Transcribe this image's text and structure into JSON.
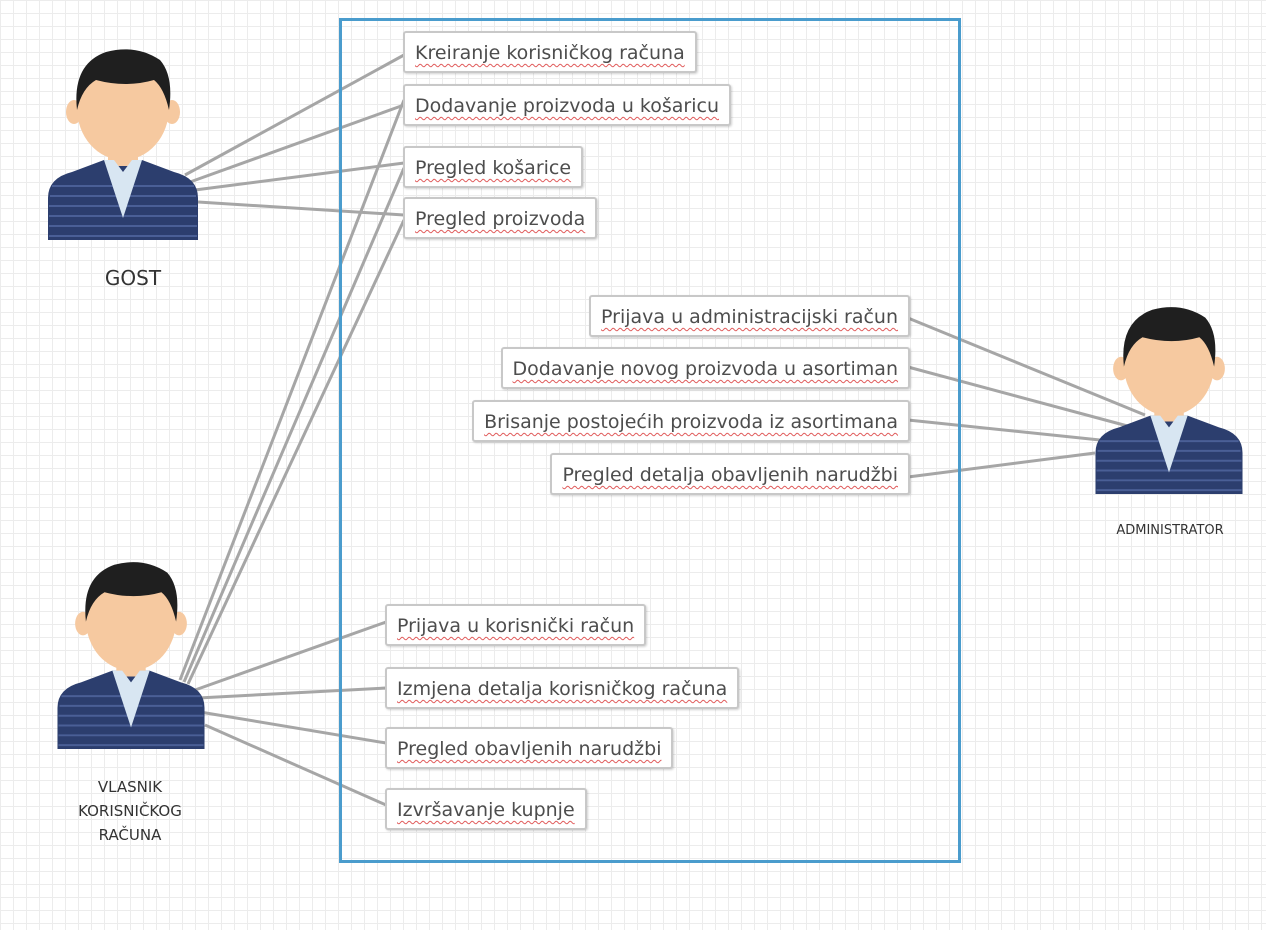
{
  "actors": {
    "gost": "GOST",
    "vlasnik": "VLASNIK\nKORISNIČKOG\nRAČUNA",
    "administrator": "ADMINISTRATOR"
  },
  "use_cases": {
    "kreiranje_racuna": "Kreiranje korisničkog računa",
    "dodavanje_u_kosaricu": "Dodavanje proizvoda u košaricu",
    "pregled_kosarice": "Pregled košarice",
    "pregled_proizvoda": "Pregled proizvoda",
    "prijava_admin": "Prijava u administracijski račun",
    "dodavanje_novog": "Dodavanje novog proizvoda u asortiman",
    "brisanje": "Brisanje postojećih proizvoda iz asortimana",
    "pregled_detalja_narudzbi": "Pregled detalja obavljenih narudžbi",
    "prijava_korisnik": "Prijava u korisnički račun",
    "izmjena_detalja": "Izmjena detalja korisničkog računa",
    "pregled_narudzbi": "Pregled obavljenih narudžbi",
    "izvrsavanje_kupnje": "Izvršavanje kupnje"
  },
  "colors": {
    "system_border": "#4a9ccd",
    "connector": "#a6a6a6",
    "shirt": "#2c3e6e",
    "skin": "#f6c9a0",
    "hair": "#1f1f1f",
    "collar": "#d8e6f2"
  }
}
